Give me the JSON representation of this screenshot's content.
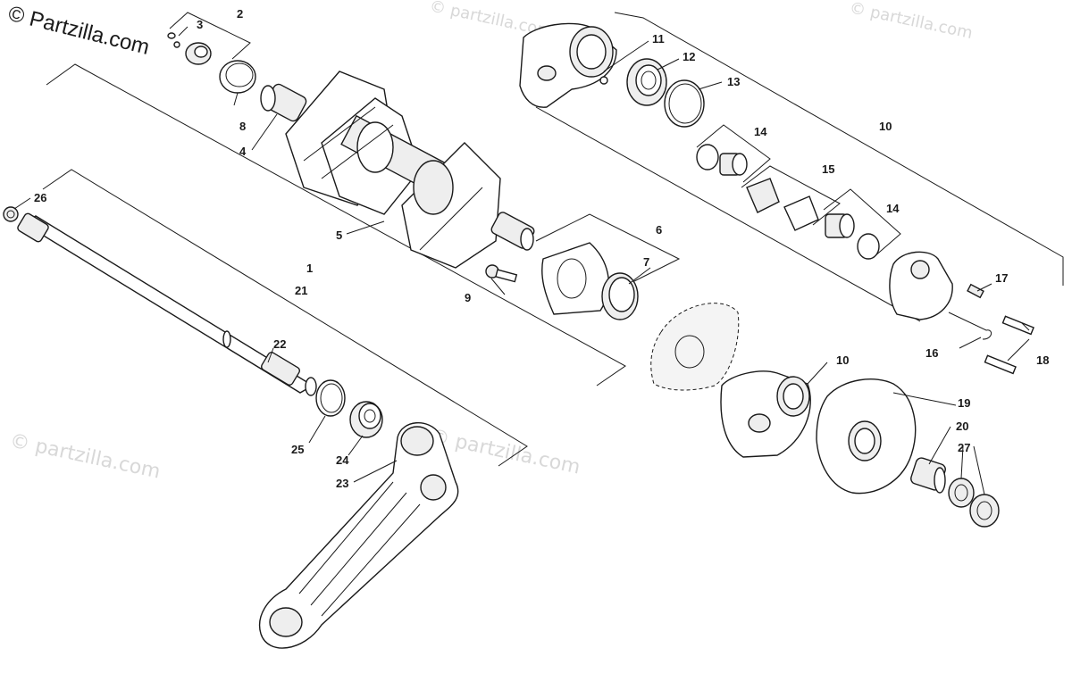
{
  "watermark": {
    "brand_text": "© Partzilla.com",
    "repeat_text": "© partzilla.com"
  },
  "callouts": {
    "c1": "1",
    "c2": "2",
    "c3": "3",
    "c4": "4",
    "c5": "5",
    "c6": "6",
    "c7": "7",
    "c8": "8",
    "c9": "9",
    "c10a": "10",
    "c10b": "10",
    "c11": "11",
    "c12": "12",
    "c13": "13",
    "c14a": "14",
    "c14b": "14",
    "c15": "15",
    "c16": "16",
    "c17": "17",
    "c18": "18",
    "c19": "19",
    "c20": "20",
    "c21": "21",
    "c22": "22",
    "c23": "23",
    "c24": "24",
    "c25": "25",
    "c26": "26",
    "c27": "27"
  },
  "colors": {
    "ink": "#1a1a1a",
    "watermark": "#d8d8d8",
    "background": "#ffffff"
  }
}
